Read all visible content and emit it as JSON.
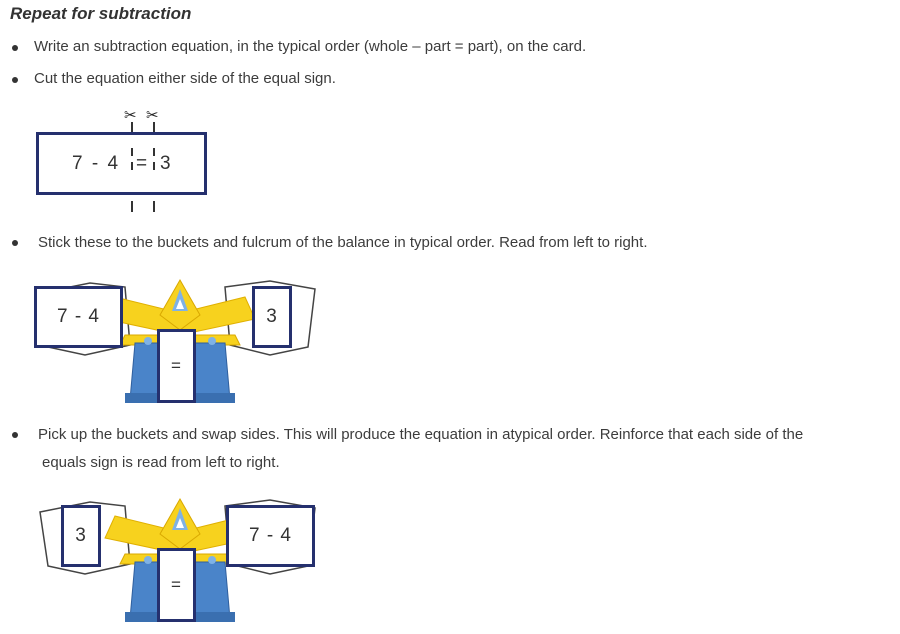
{
  "heading": "Repeat for subtraction",
  "bullets": [
    "Write an subtraction equation, in the typical order (whole – part = part), on the card.",
    "Cut the equation either side of the equal sign.",
    "Stick these to the buckets and fulcrum of the balance in typical order. Read from left to right.",
    "Pick up the buckets and swap sides. This will produce the equation in atypical order. Reinforce that each side of the",
    "equals sign is read from left to right."
  ],
  "cut_card": {
    "left_part": "7 - 4",
    "equals": "=",
    "right_part": "3"
  },
  "scissors_icon": "✂",
  "balance_typical": {
    "left_card": "7 - 4",
    "center_card": "=",
    "right_card": "3"
  },
  "balance_atypical": {
    "left_card": "3",
    "center_card": "=",
    "right_card": "7 - 4"
  },
  "colors": {
    "card_border": "#25306e",
    "beam_yellow": "#f7d21e",
    "base_blue": "#4a84c9",
    "arrow_blue": "#7fb2e5"
  }
}
